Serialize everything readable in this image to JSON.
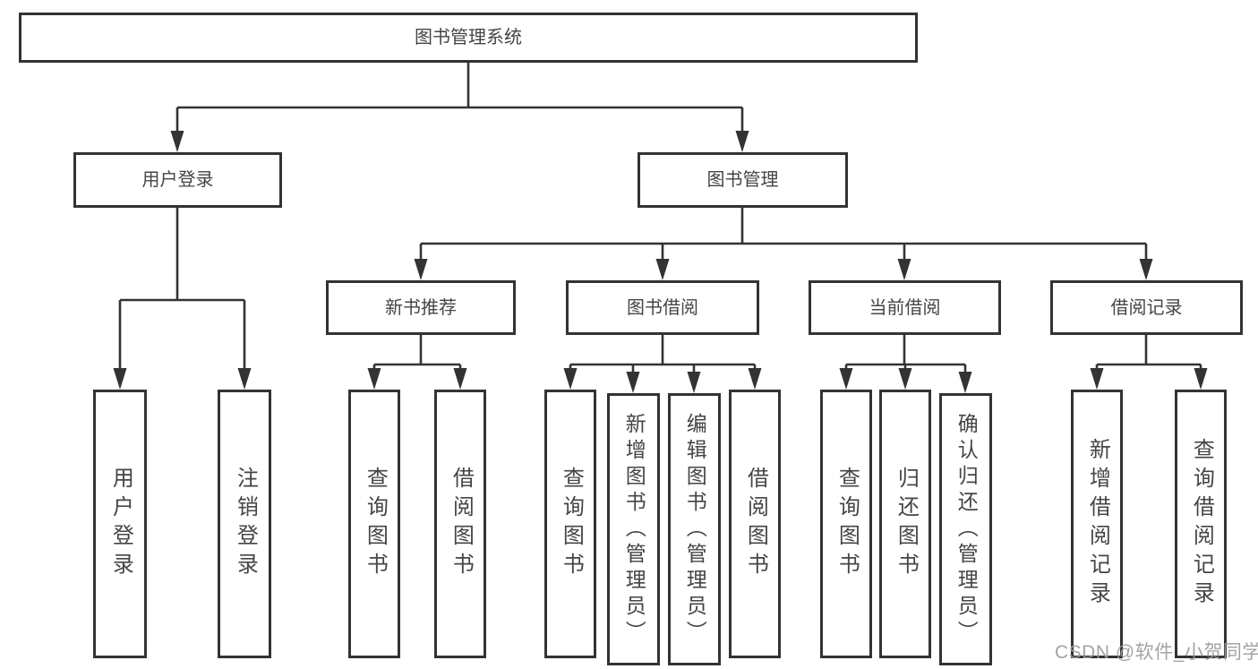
{
  "diagram_type": "hierarchy-tree",
  "hierarchy": {
    "label": "图书管理系统",
    "children": [
      {
        "label": "用户登录",
        "children": [
          {
            "label": "用户登录"
          },
          {
            "label": "注销登录"
          }
        ]
      },
      {
        "label": "图书管理",
        "children": [
          {
            "label": "新书推荐",
            "children": [
              {
                "label": "查询图书"
              },
              {
                "label": "借阅图书"
              }
            ]
          },
          {
            "label": "图书借阅",
            "children": [
              {
                "label": "查询图书"
              },
              {
                "label": "新增图书（管理员）"
              },
              {
                "label": "编辑图书（管理员）"
              },
              {
                "label": "借阅图书"
              }
            ]
          },
          {
            "label": "当前借阅",
            "children": [
              {
                "label": "查询图书"
              },
              {
                "label": "归还图书"
              },
              {
                "label": "确认归还（管理员）"
              }
            ]
          },
          {
            "label": "借阅记录",
            "children": [
              {
                "label": "新增借阅记录"
              },
              {
                "label": "查询借阅记录"
              }
            ]
          }
        ]
      }
    ]
  },
  "watermark": "CSDN @软件_小贺同学",
  "colors": {
    "background": "#ffffff",
    "box_fill": "#ffffff",
    "box_border": "#333333",
    "line": "#333333",
    "text": "#454545",
    "watermark_text": "#9a9a9a"
  }
}
